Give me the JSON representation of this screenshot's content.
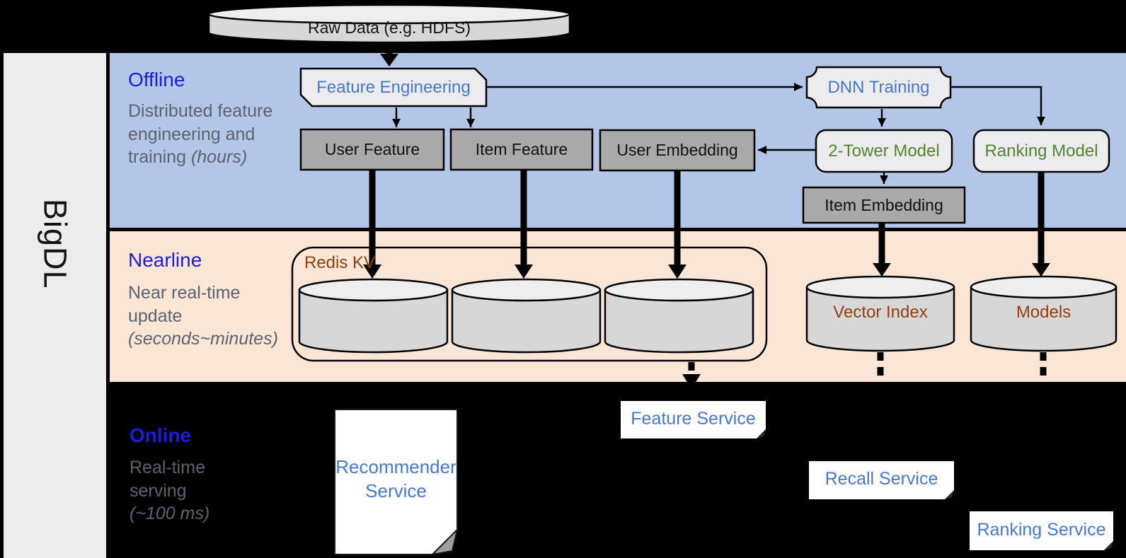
{
  "brand": {
    "label": "BigDL"
  },
  "raw_data": {
    "label": "Raw Data (e.g. HDFS)"
  },
  "sections": {
    "offline": {
      "title": "Offline",
      "description": "Distributed feature engineering and training",
      "timing": "(hours)"
    },
    "nearline": {
      "title": "Nearline",
      "description": "Near real-time update",
      "timing": "(seconds~minutes)"
    },
    "online": {
      "title": "Online",
      "description": "Real-time serving",
      "timing": "(~100 ms)"
    }
  },
  "nodes": {
    "feature_engineering": {
      "label": "Feature Engineering"
    },
    "dnn_training": {
      "label": "DNN Training"
    },
    "user_feature": {
      "label": "User Feature"
    },
    "item_feature": {
      "label": "Item Feature"
    },
    "user_embedding": {
      "label": "User Embedding"
    },
    "two_tower_model": {
      "label": "2-Tower Model"
    },
    "ranking_model": {
      "label": "Ranking Model"
    },
    "item_embedding": {
      "label": "Item Embedding"
    },
    "redis_kv": {
      "label": "Redis KV"
    },
    "vector_index": {
      "label": "Vector Index"
    },
    "models": {
      "label": "Models"
    },
    "recommender_service": {
      "label": "Recommender Service"
    },
    "feature_service": {
      "label": "Feature Service"
    },
    "recall_service": {
      "label": "Recall Service"
    },
    "ranking_service": {
      "label": "Ranking Service"
    }
  },
  "colors": {
    "offline_band": "#b3c6e8",
    "nearline_band": "#fbe5d5",
    "online_background": "#000000",
    "sidebar_fill": "#ececec",
    "section_title_blue": "#1c1cdb",
    "description_gray": "#5c6370",
    "service_text_blue": "#4679cd",
    "model_text_green": "#55832f",
    "storage_text_brown": "#93400e",
    "gray_node_fill": "#a9a9a9",
    "light_node_fill": "#ececee",
    "cylinder_body": "#d7d7d7",
    "cylinder_top": "#eeeeee",
    "connector_black": "#000000"
  }
}
